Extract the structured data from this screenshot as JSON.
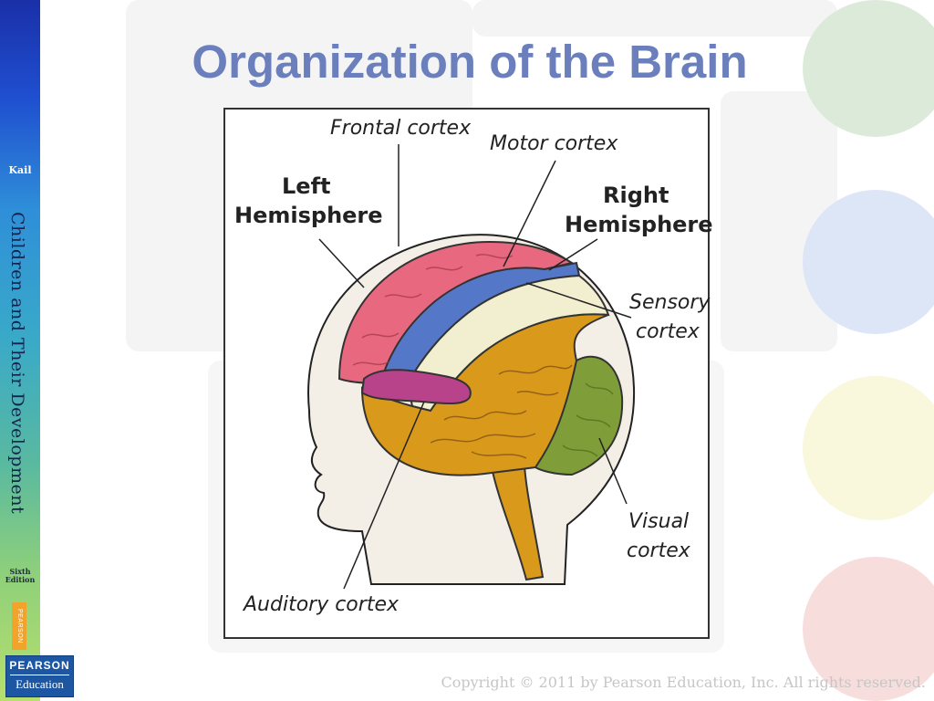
{
  "slide": {
    "title": "Organization of the Brain",
    "copyright": "Copyright © 2011 by Pearson Education, Inc. All rights reserved."
  },
  "book": {
    "author": "Kail",
    "title": "Children and Their Development",
    "edition": "Sixth Edition",
    "strip_label": "PEARSON",
    "publisher_top": "PEARSON",
    "publisher_bottom": "Education"
  },
  "diagram": {
    "labels": {
      "frontal": "Frontal cortex",
      "motor": "Motor cortex",
      "left_line1": "Left",
      "left_line2": "Hemisphere",
      "right_line1": "Right",
      "right_line2": "Hemisphere",
      "sensory_line1": "Sensory",
      "sensory_line2": "cortex",
      "visual_line1": "Visual",
      "visual_line2": "cortex",
      "auditory": "Auditory cortex"
    },
    "colors": {
      "frontal": "#e8687f",
      "motor": "#5577c8",
      "sensory": "#f1efd0",
      "temporal_parietal": "#d99a1c",
      "visual": "#7f9e3a",
      "auditory": "#b8438a",
      "head": "#f3efe6"
    }
  },
  "theme": {
    "title_color": "#6b7fbd",
    "circle_colors": [
      "#dcebd9",
      "#dde6f6",
      "#f9f7dc",
      "#f7dedd"
    ]
  }
}
